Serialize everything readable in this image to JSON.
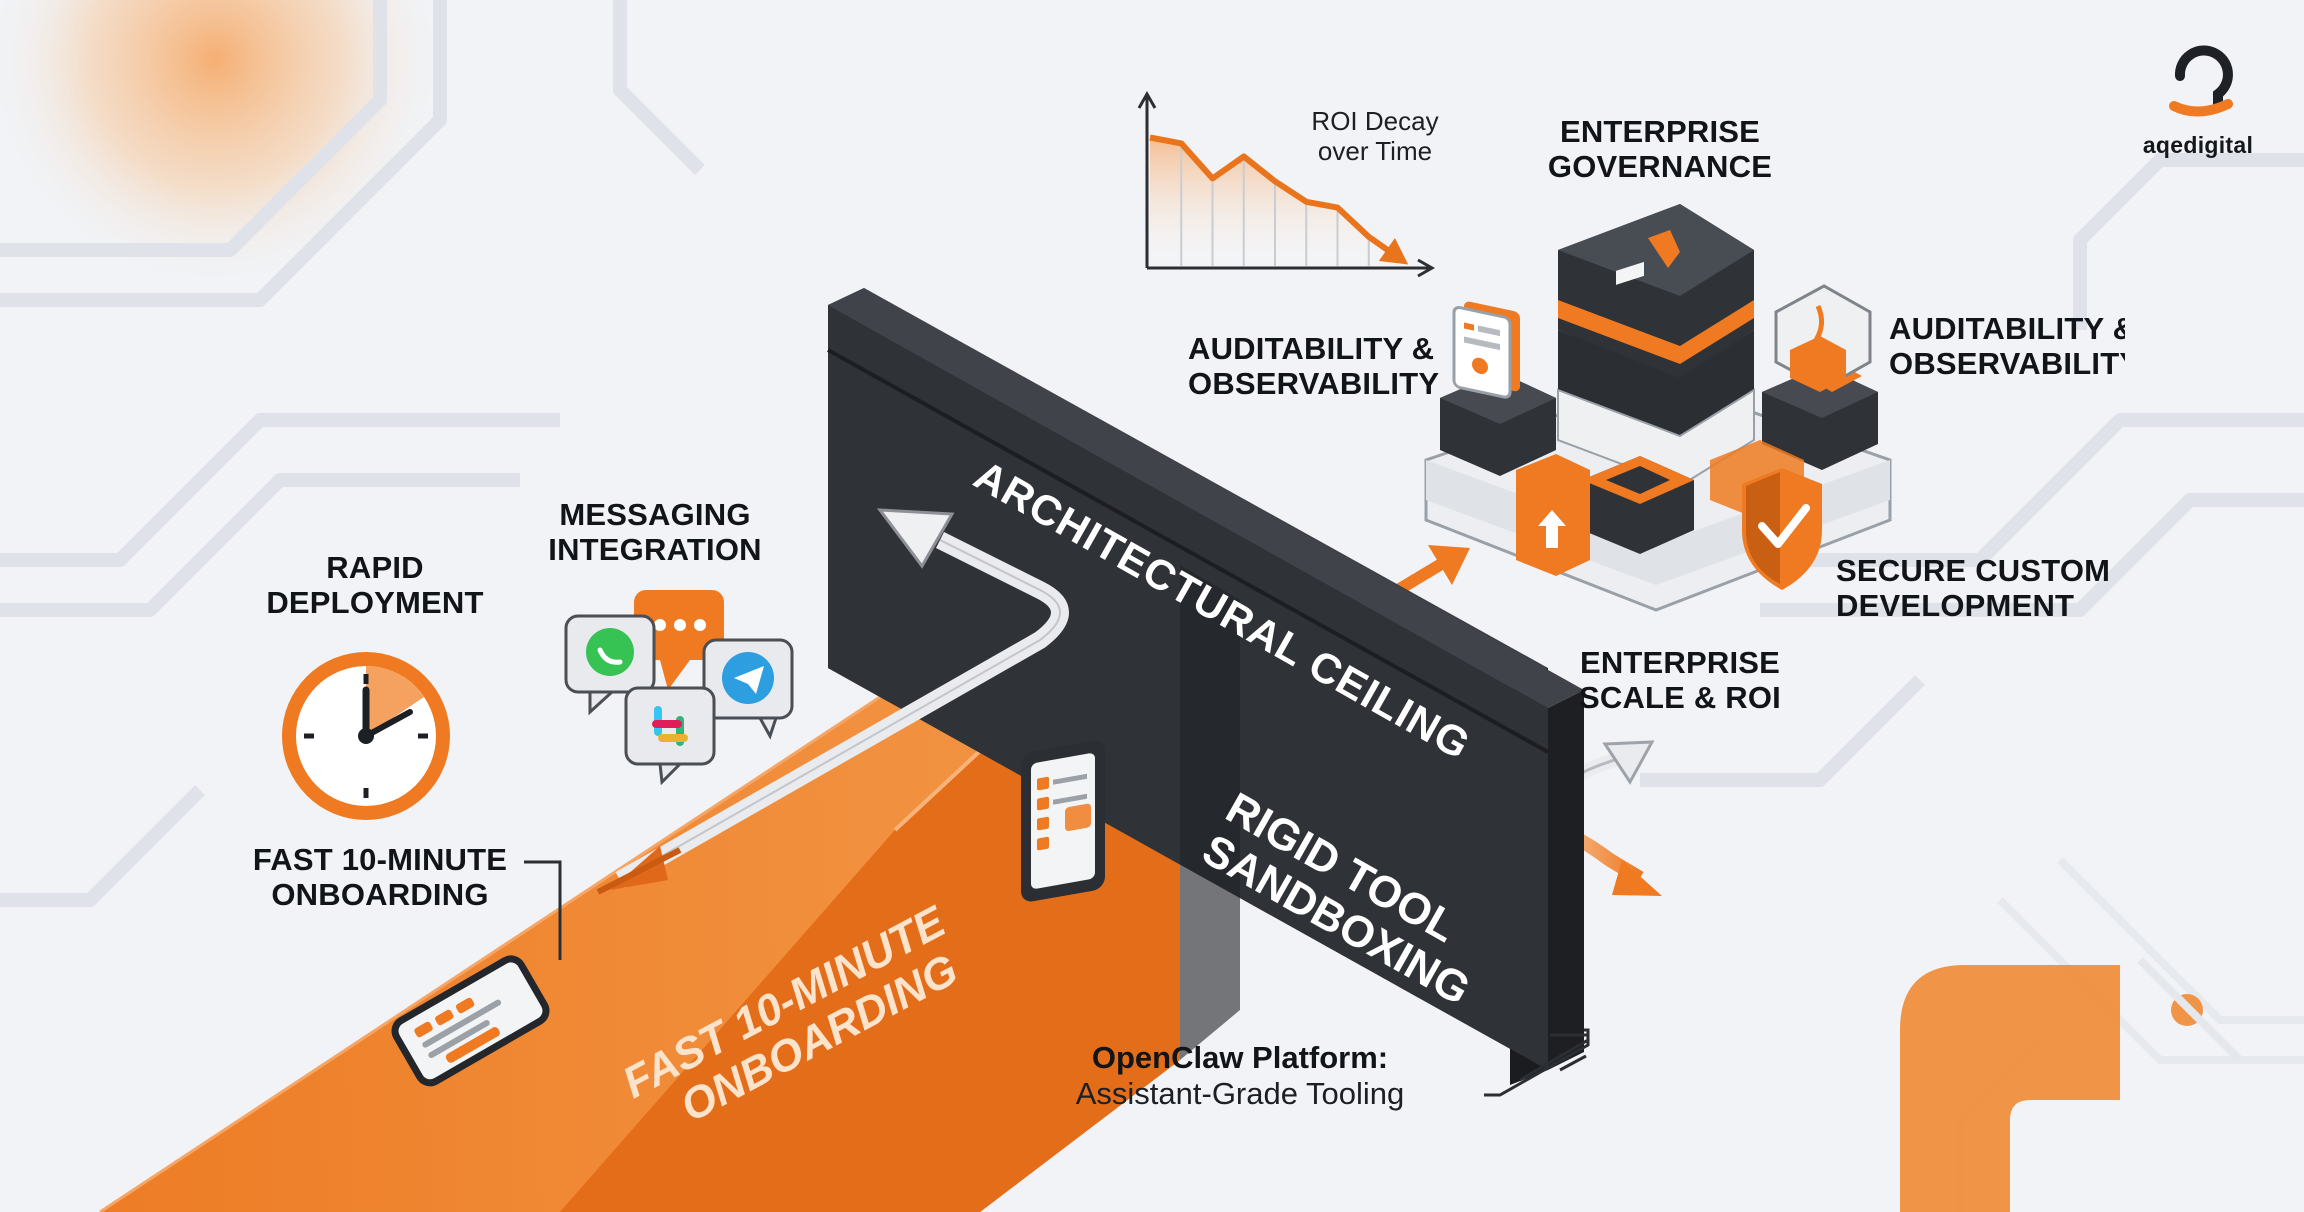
{
  "brand": {
    "name": "aqedigital",
    "accent": "#ef7a21",
    "dark": "#2b2e33"
  },
  "colors": {
    "orange": "#ef7a21",
    "orange_dark": "#c95f12",
    "wall_dark": "#2f3237",
    "background": "#f1f3f6"
  },
  "roi_chart": {
    "title_lines": [
      "ROI Decay",
      "over Time"
    ],
    "values": [
      88,
      84,
      60,
      75,
      58,
      44,
      40,
      20,
      5
    ]
  },
  "labels": {
    "rapid_deployment": [
      "RAPID",
      "DEPLOYMENT"
    ],
    "messaging_integration": [
      "MESSAGING",
      "INTEGRATION"
    ],
    "fast_onboarding": [
      "FAST 10-MINUTE",
      "ONBOARDING"
    ],
    "enterprise_governance": [
      "ENTERPRISE",
      "GOVERNANCE"
    ],
    "auditability_left": [
      "AUDITABILITY &",
      "OBSERVABILITY"
    ],
    "auditability_right": [
      "AUDITABILITY &",
      "OBSERVABILITY"
    ],
    "secure_custom_development": [
      "SECURE CUSTOM",
      "DEVELOPMENT"
    ],
    "enterprise_scale_roi": [
      "ENTERPRISE",
      "SCALE & ROI"
    ]
  },
  "wall": {
    "ceiling_text": "ARCHITECTURAL CEILING",
    "sandbox_lines": [
      "RIGID TOOL",
      "SANDBOXING"
    ]
  },
  "ramp": {
    "text_lines": [
      "FAST 10-MINUTE",
      "ONBOARDING"
    ]
  },
  "platform": {
    "title": "OpenClaw Platform:",
    "subtitle": "Assistant-Grade Tooling"
  },
  "icons": [
    "clock-icon",
    "whatsapp-icon",
    "chat-bubble-icon",
    "telegram-icon",
    "slack-icon",
    "smartphone-icon",
    "tablet-icon",
    "document-icon",
    "shield-check-icon",
    "upload-arrow-icon",
    "server-stack-icon"
  ]
}
